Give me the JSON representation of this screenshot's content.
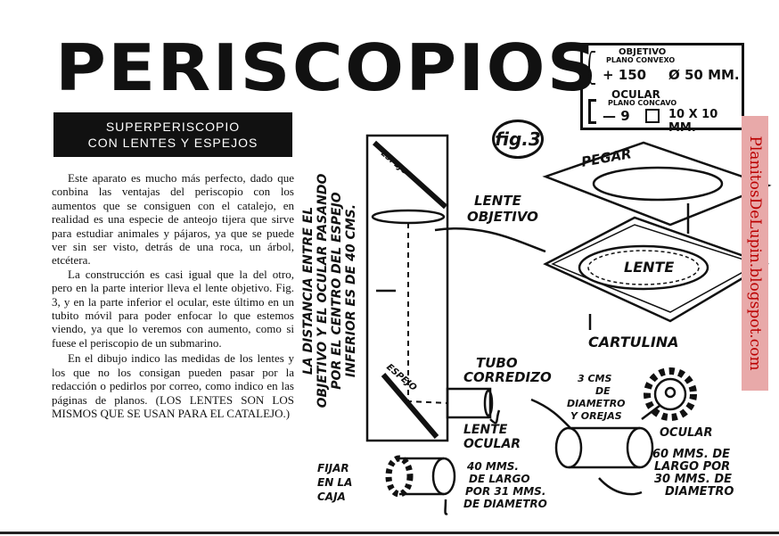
{
  "title": "PERISCOPIOS",
  "banner": {
    "line1": "SUPERPERISCOPIO",
    "line2": "CON LENTES Y ESPEJOS"
  },
  "article": {
    "p1": "Este aparato es mucho más perfecto, dado que conbina las ventajas del periscopio con los aumentos que se consiguen con el catalejo, en realidad es una especie de anteojo tijera que sirve para estudiar animales y pájaros, ya que se puede ver sin ser visto, detrás de una roca, un árbol, etcétera.",
    "p2": "La construcción es casi igual que la del otro, pero en la parte interior lleva el lente objetivo. Fig. 3, y en la parte inferior el ocular, este último en un tubito móvil para poder enfocar lo que estemos viendo, ya que lo veremos con aumento, como si fuese el periscopio de un submarino.",
    "p3": "En el dibujo indico las medidas de los lentes y los que no los consigan pueden pasar por la redacción o pedirlos por correo, como indico en las páginas de planos. (LOS LENTES SON LOS MISMOS QUE SE USAN PARA EL CATALEJO.)"
  },
  "specs": {
    "objetivo_title": "OBJETIVO",
    "objetivo_sub": "PLANO CONVEXO",
    "objetivo_power": "+ 150",
    "objetivo_diam": "Ø 50 MM.",
    "ocular_title": "OCULAR",
    "ocular_sub": "PLANO CONCAVO",
    "ocular_power": "— 9",
    "ocular_size": "10 X 10 MM."
  },
  "fig_label": "fig.3",
  "diagram": {
    "vertical_label_1": "LA DISTANCIA ENTRE EL",
    "vertical_label_2": "OBJETIVO Y EL OCULAR PASANDO",
    "vertical_label_3": "POR EL CENTRO DEL ESPEJO",
    "vertical_label_4": "INFERIOR ES DE 40 CMS.",
    "espejo_top": "ESPEJO",
    "espejo_bottom": "ESPEJO",
    "lente_objetivo_1": "LENTE",
    "lente_objetivo_2": "OBJETIVO",
    "pegar": "PEGAR",
    "lente": "LENTE",
    "cartulina": "CARTULINA",
    "tubo_1": "TUBO",
    "tubo_2": "CORREDIZO",
    "lente_ocular_1": "LENTE",
    "lente_ocular_2": "OCULAR",
    "orejas_1": "3 CMS",
    "orejas_2": "DE",
    "orejas_3": "DIAMETRO",
    "orejas_4": "Y OREJAS",
    "ocular_label": "OCULAR",
    "dims_right_1": "60 MMS. DE",
    "dims_right_2": "LARGO POR",
    "dims_right_3": "30 MMS. DE",
    "dims_right_4": "DIAMETRO",
    "fijar_1": "FIJAR",
    "fijar_2": "EN LA",
    "fijar_3": "CAJA",
    "dims_bottom_1": "40 MMS.",
    "dims_bottom_2": "DE LARGO",
    "dims_bottom_3": "POR 31 MMS.",
    "dims_bottom_4": "DE DIAMETRO"
  },
  "watermark": "PlanitosDeLupin.blogspot.com"
}
